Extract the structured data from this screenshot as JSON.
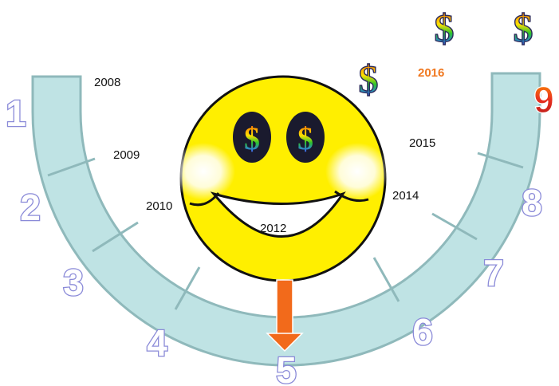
{
  "years": {
    "y2008": "2008",
    "y2009": "2009",
    "y2010": "2010",
    "y2012": "2012",
    "y2014": "2014",
    "y2015": "2015",
    "y2016": "2016"
  },
  "segments": [
    "1",
    "2",
    "3",
    "4",
    "5",
    "6",
    "7",
    "8",
    "9"
  ],
  "dollar_glyph": "$",
  "colors": {
    "arc_fill": "#bfe3e4",
    "arc_stroke": "#8fb9bb",
    "face": "#ffef00",
    "arrow": "#f26a1b",
    "highlight_year": "#f07820",
    "segment_number_outline": "#8a8ad8"
  },
  "icons": [
    "smiley-face-icon",
    "dollar-sign-icon",
    "down-arrow-icon"
  ]
}
